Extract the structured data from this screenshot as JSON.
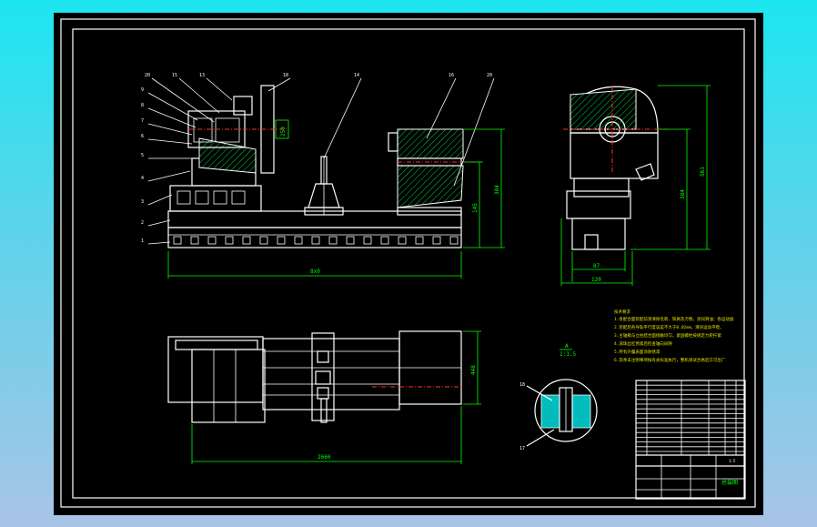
{
  "drawing": {
    "front_view": {
      "part_labels": [
        "20",
        "15",
        "13",
        "18",
        "9",
        "8",
        "7",
        "6",
        "5",
        "4",
        "3",
        "2",
        "1",
        "14",
        "16",
        "20"
      ],
      "dim_total_width": "8x0",
      "dim_height_a": "384",
      "dim_height_b": "145",
      "dim_tag": "250"
    },
    "side_view": {
      "dim_height_total": "561",
      "dim_height_inner": "384",
      "dim_width_inner": "87",
      "dim_width_outer": "120"
    },
    "plan_view": {
      "dim_width": "2660",
      "dim_depth": "448"
    },
    "detail_view": {
      "title": "A",
      "scale": "1:1.5",
      "part_labels": [
        "18",
        "17"
      ]
    },
    "tech_notes": {
      "heading": "技术要求",
      "lines": [
        "1.各配合面装配前须清除毛刺、铁屑及污物，涂润滑油；各运动副运动灵活无卡滞",
        "2.装配后各导轨平行度误差不大于0.02mm，滑块运动平稳，无爬行现象",
        "3.主轴箱与立柱结合面接触均匀，紧固螺栓按规定力矩拧紧",
        "4.滚珠丝杠预紧后检查轴向间隙",
        "5.所有外露表面涂防锈漆",
        "6.其余未注明事项按有关标准执行，整机调试合格后方可出厂"
      ]
    },
    "title_block": {
      "drawing_name": "总装图",
      "scale_label": "1:5"
    }
  }
}
